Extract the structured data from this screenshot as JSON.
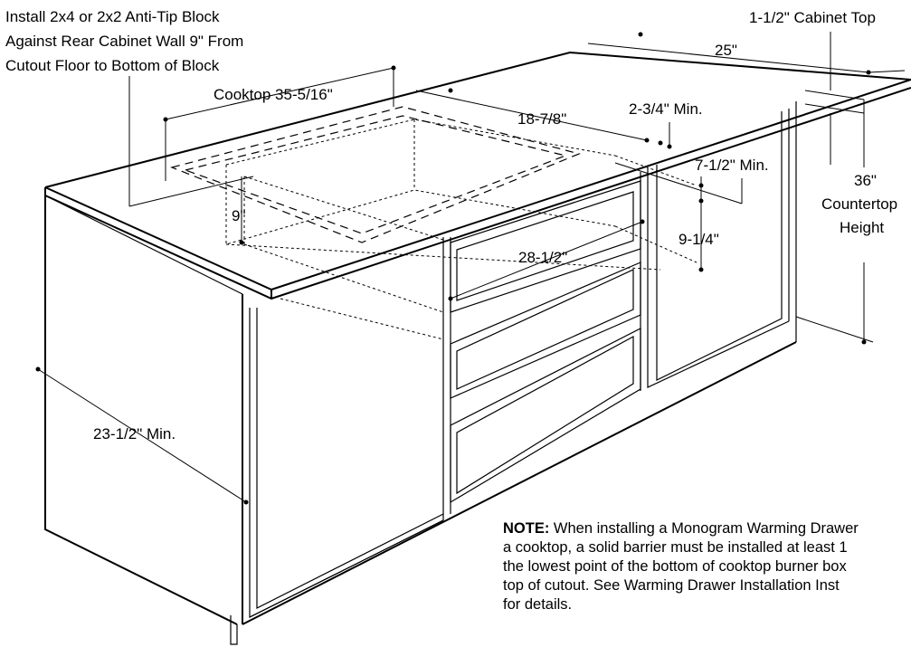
{
  "labels": {
    "anti_tip": [
      "Install 2x4 or 2x2 Anti-Tip Block",
      "Against Rear Cabinet Wall 9\" From",
      "Cutout Floor to Bottom of Block"
    ],
    "cabinet_top": "1-1/2\" Cabinet Top",
    "depth": "25\"",
    "cooktop_width": "Cooktop 35-5/16\"",
    "cutout_depth": "18-7/8\"",
    "rear_clearance": "2-3/4\" Min.",
    "front_clearance": "7-1/2\" Min.",
    "countertop_height": [
      "36\"",
      "Countertop",
      "Height"
    ],
    "block_height": "9\"",
    "drawer_height": "9-1/4\"",
    "cutout_width": "28-1/2\"",
    "side_clearance": "23-1/2\" Min."
  },
  "note": {
    "heading": "NOTE:",
    "lines": [
      " When installing a Monogram Warming Drawer",
      "a cooktop, a solid barrier must be installed at least 1",
      "the lowest point of the bottom of cooktop burner box",
      "top of cutout. See Warming Drawer Installation Inst",
      "for details."
    ]
  }
}
